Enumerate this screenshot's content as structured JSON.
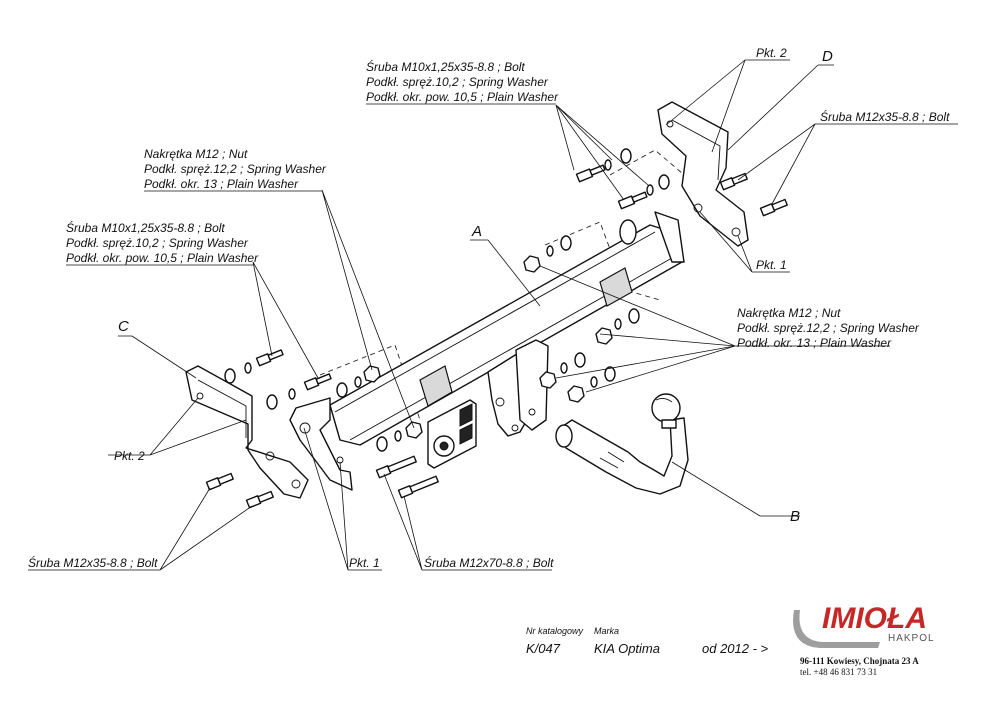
{
  "callouts": {
    "bolt_m10_top": [
      "Śruba M10x1,25x35-8.8 ;  Bolt",
      "Podkł. spręż.10,2 ; Spring Washer",
      "Podkł. okr. pow. 10,5 ; Plain Washer"
    ],
    "bolt_m10_left": [
      "Śruba M10x1,25x35-8.8 ;  Bolt",
      "Podkł. spręż.10,2 ; Spring Washer",
      "Podkł. okr. pow. 10,5 ; Plain Washer"
    ],
    "nut_m12_left": [
      "Nakrętka  M12 ; Nut",
      "Podkł. spręż.12,2 ; Spring Washer",
      "Podkł. okr. 13 ; Plain Washer"
    ],
    "nut_m12_right": [
      "Nakrętka  M12 ; Nut",
      "Podkł. spręż.12,2 ; Spring Washer",
      "Podkł. okr. 13 ; Plain Washer"
    ],
    "bolt_m12x35_right": "Śruba M12x35-8.8 ;  Bolt",
    "bolt_m12x35_left": "Śruba M12x35-8.8 ;  Bolt",
    "bolt_m12x70": "Śruba M12x70-8.8 ;  Bolt",
    "pkt1_right": "Pkt. 1",
    "pkt1_bottom": "Pkt. 1",
    "pkt2_top": "Pkt. 2",
    "pkt2_left": "Pkt. 2"
  },
  "part_letters": {
    "a": "A",
    "b": "B",
    "c": "C",
    "d": "D"
  },
  "footer": {
    "catalog_label": "Nr katalogowy",
    "catalog_value": "K/047",
    "brand_label": "Marka",
    "brand_value": "KIA Optima",
    "years": "od 2012 - >",
    "address": "96-111 Kowiesy, Chojnata 23 A",
    "phone": "tel. +48 46 831 73 31"
  },
  "logo": {
    "name": "IMIOŁA",
    "sub": "HAKPOL",
    "color": "#c62828"
  }
}
